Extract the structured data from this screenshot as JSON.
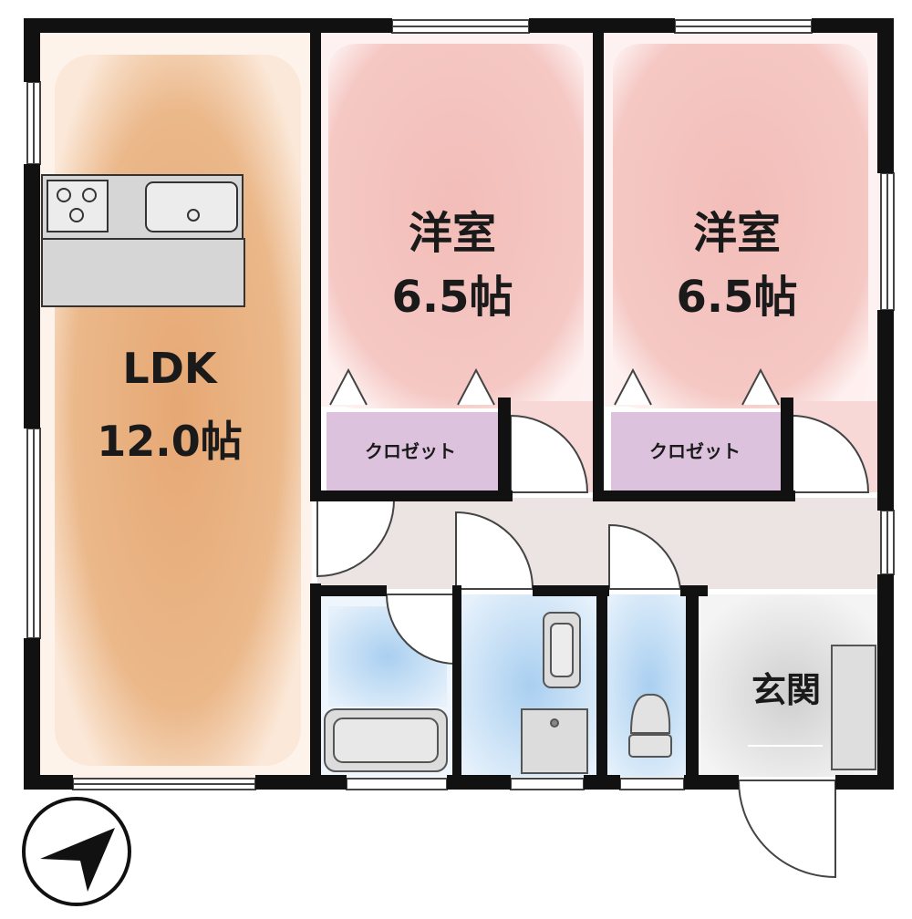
{
  "rooms": {
    "ldk": {
      "line1": "LDK",
      "line2": "12.0帖",
      "color": "#e8b07c"
    },
    "bedroom_left": {
      "line1": "洋室",
      "line2": "6.5帖",
      "color": "#f5c3c0"
    },
    "bedroom_right": {
      "line1": "洋室",
      "line2": "6.5帖",
      "color": "#f5c3c0"
    },
    "closet_left": {
      "label": "クロゼット",
      "color": "#dcc2dc"
    },
    "closet_right": {
      "label": "クロゼット",
      "color": "#dcc2dc"
    },
    "entrance": {
      "label": "玄関",
      "color": "#d8d8d8"
    },
    "wet_areas_color": "#b8d8f2",
    "hall_color": "#e8e0de"
  },
  "colors": {
    "wall": "#111111",
    "line": "#333333"
  },
  "compass": {
    "icon": "north-arrow-icon"
  }
}
